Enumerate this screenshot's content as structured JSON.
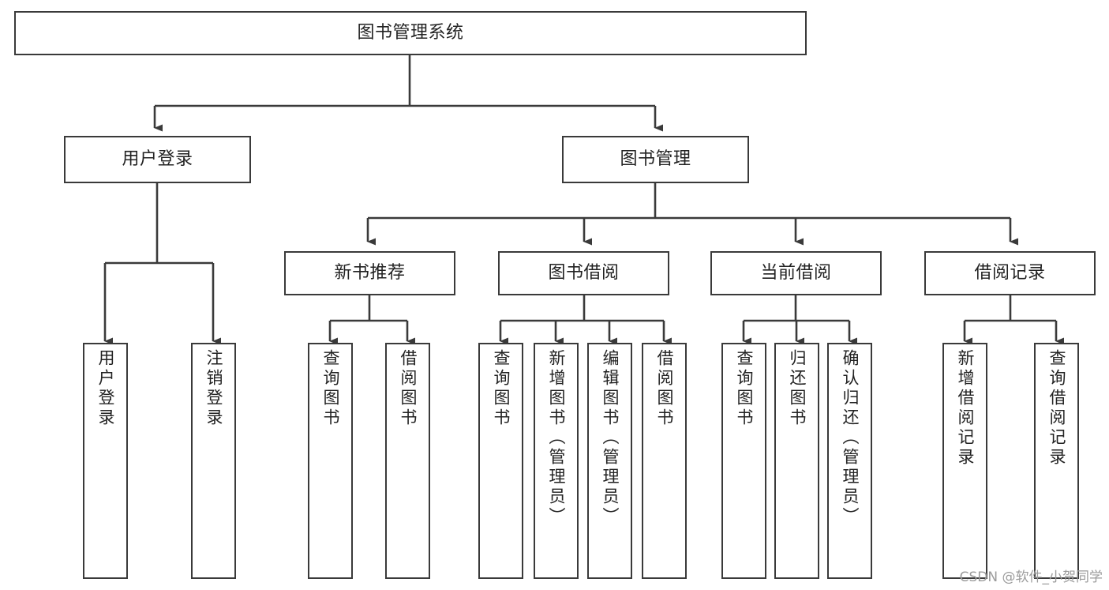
{
  "diagram": {
    "title": "图书管理系统",
    "type": "tree-hierarchy-diagram",
    "colors": {
      "stroke": "#3a3a3a",
      "text": "#222222",
      "background": "#ffffff",
      "watermark": "#9b9b9b"
    },
    "root": {
      "label": "图书管理系统"
    },
    "level2": [
      {
        "label": "用户登录"
      },
      {
        "label": "图书管理"
      }
    ],
    "level3": [
      {
        "label": "新书推荐"
      },
      {
        "label": "图书借阅"
      },
      {
        "label": "当前借阅"
      },
      {
        "label": "借阅记录"
      }
    ],
    "leaves": [
      {
        "label": "用户登录"
      },
      {
        "label": "注销登录"
      },
      {
        "label": "查询图书"
      },
      {
        "label": "借阅图书"
      },
      {
        "label": "查询图书"
      },
      {
        "label": "新增图书（管理员）"
      },
      {
        "label": "编辑图书（管理员）"
      },
      {
        "label": "借阅图书"
      },
      {
        "label": "查询图书"
      },
      {
        "label": "归还图书"
      },
      {
        "label": "确认归还（管理员）"
      },
      {
        "label": "新增借阅记录"
      },
      {
        "label": "查询借阅记录"
      }
    ]
  },
  "watermark": {
    "text": "CSDN @软件_小贺同学"
  }
}
